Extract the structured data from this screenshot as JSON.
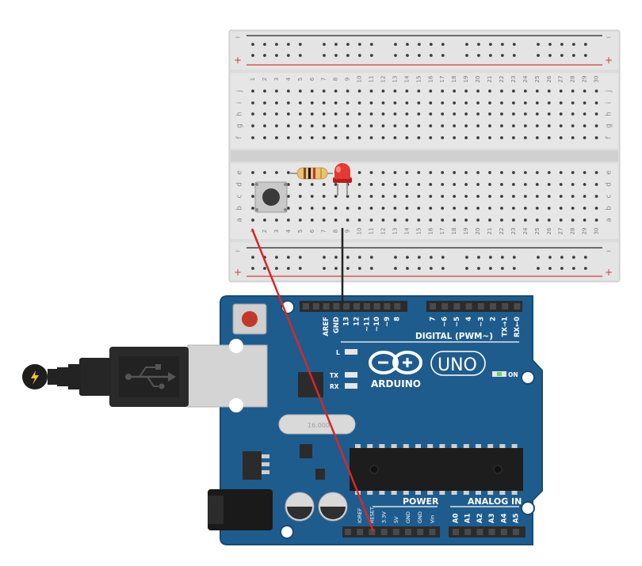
{
  "breadboard": {
    "rail_minus": "−",
    "rail_plus": "+",
    "row_letters_top": [
      "j",
      "i",
      "h",
      "g",
      "f"
    ],
    "row_letters_bottom": [
      "e",
      "d",
      "c",
      "b",
      "a"
    ],
    "column_count": 30
  },
  "arduino": {
    "brand": "ARDUINO",
    "model": "UNO",
    "digital_header": "DIGITAL (PWM~)",
    "power_header": "POWER",
    "analog_header": "ANALOG IN",
    "on_label": "ON",
    "l_label": "L",
    "tx_label": "TX",
    "rx_label": "RX",
    "crystal_text": "16.000",
    "digital_pins": [
      "AREF",
      "GND",
      "13",
      "12",
      "~11",
      "~10",
      "~9",
      "8",
      "7",
      "~6",
      "~5",
      "4",
      "~3",
      "2",
      "TX→1",
      "RX←0"
    ],
    "power_pins": [
      "IOREF",
      "RESET",
      "3.3V",
      "5V",
      "GND",
      "GND",
      "Vin"
    ],
    "analog_pins": [
      "A0",
      "A1",
      "A2",
      "A3",
      "A4",
      "A5"
    ]
  },
  "components": {
    "button": "pushbutton",
    "resistor": "resistor",
    "led": "red LED",
    "usb_cable": "USB cable"
  },
  "colors": {
    "board_blue": "#1f5c8e",
    "wire_red": "#d62828",
    "wire_black": "#222222",
    "led_red": "#e53935",
    "rail_red": "#d63a3a"
  }
}
